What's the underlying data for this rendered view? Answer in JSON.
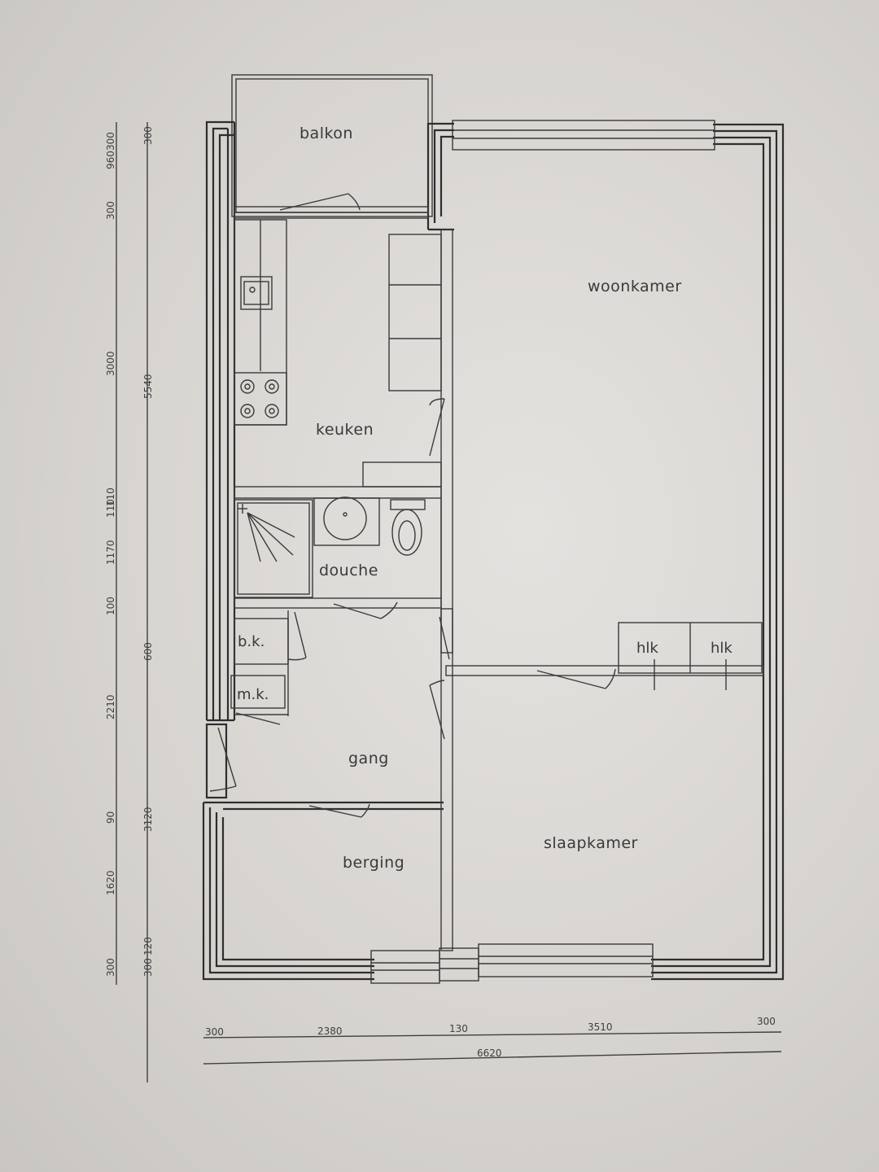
{
  "rooms": {
    "balkon": "balkon",
    "woonkamer": "woonkamer",
    "keuken": "keuken",
    "douche": "douche",
    "bk": "b.k.",
    "mk": "m.k.",
    "gang": "gang",
    "berging": "berging",
    "slaapkamer": "slaapkamer",
    "hlk1": "hlk",
    "hlk2": "hlk"
  },
  "dimensions": {
    "left_outer": [
      "300",
      "960",
      "300",
      "3000",
      "110",
      "1170",
      "110",
      "100",
      "2210",
      "90",
      "1620",
      "300"
    ],
    "left_inner": [
      "300",
      "5540",
      "600",
      "3120",
      "300",
      "120"
    ],
    "bottom_parts": [
      "300",
      "2380",
      "130",
      "3510",
      "300"
    ],
    "bottom_total": "6620"
  }
}
